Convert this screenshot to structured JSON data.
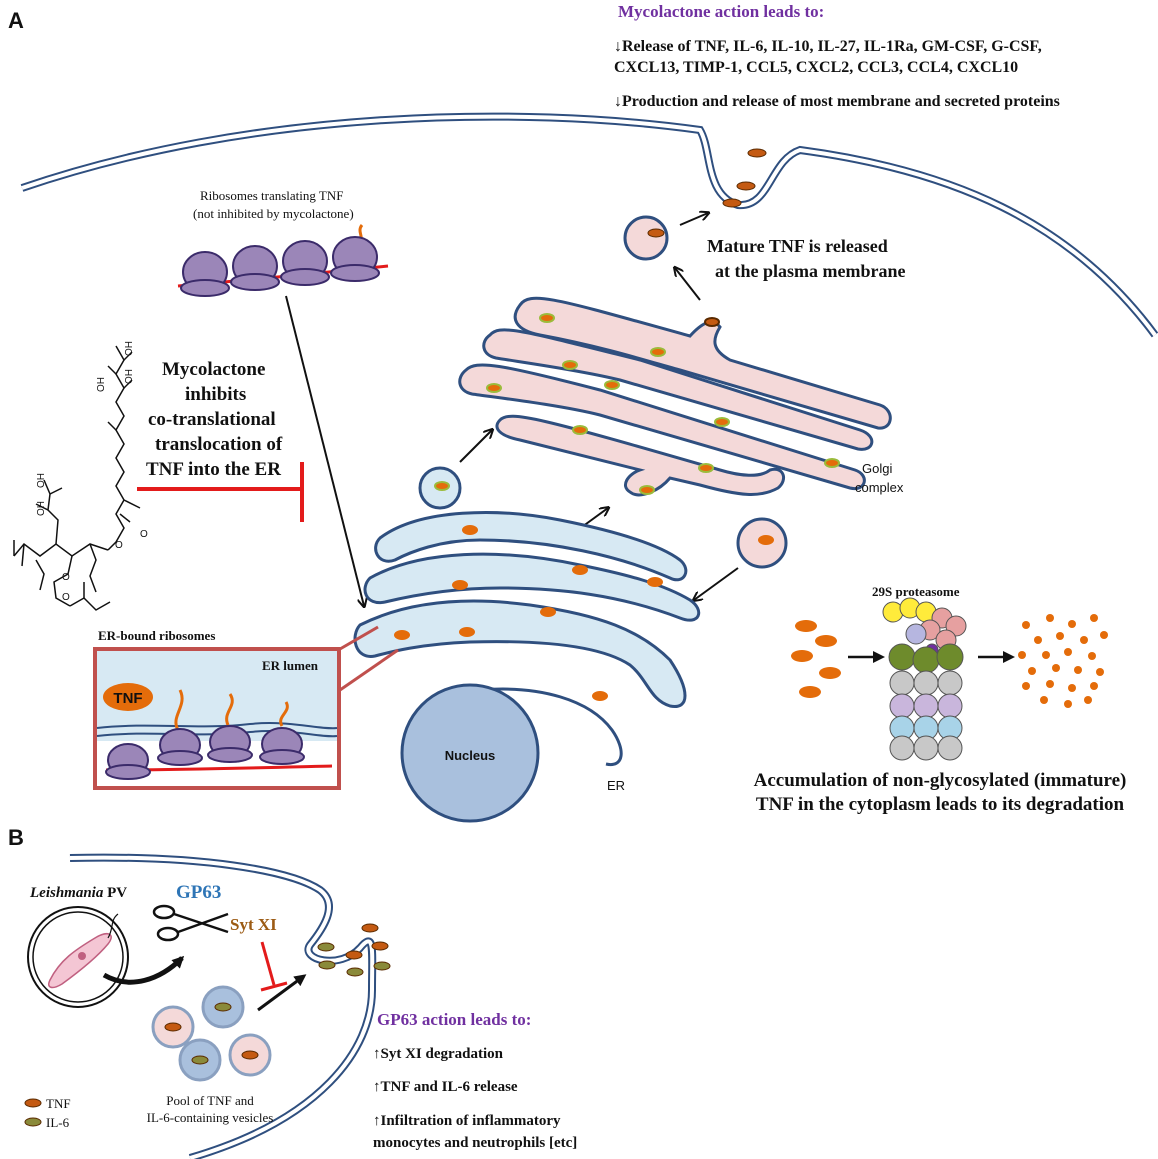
{
  "panels": {
    "a": "A",
    "b": "B"
  },
  "header": {
    "title": "Mycolactone action leads to:",
    "line1": "↓Release of TNF, IL-6, IL-10, IL-27, IL-1Ra, GM-CSF, G-CSF,",
    "line2": "CXCL13, TIMP-1, CCL5, CXCL2, CCL3, CCL4, CXCL10",
    "line3": "↓Production and release of most membrane and secreted proteins"
  },
  "ribosomes": {
    "title1": "Ribosomes translating TNF",
    "title2": "(not inhibited by mycolactone)"
  },
  "inhibit": {
    "l1": "Mycolactone",
    "l2": "inhibits",
    "l3": "co-translational",
    "l4": "translocation of",
    "l5": "TNF into the ER"
  },
  "chem": {
    "oh1": "OH",
    "oh2": "OH",
    "oh3": "OH",
    "oh4": "OH",
    "oh5": "OH",
    "o1": "O",
    "o2": "O",
    "o3": "O",
    "o4": "O"
  },
  "mature": {
    "l1": "Mature TNF is released",
    "l2": "at the plasma membrane"
  },
  "golgi": {
    "l1": "Golgi",
    "l2": "complex"
  },
  "er_bound": "ER-bound ribosomes",
  "er_lumen": "ER lumen",
  "tnf_pill": "TNF",
  "nucleus": "Nucleus",
  "er": "ER",
  "proteasome": "29S proteasome",
  "accum": {
    "l1": "Accumulation of non-glycosylated (immature)",
    "l2": "TNF in the cytoplasm leads to its degradation"
  },
  "panel_b": {
    "leish_italic": "Leishmania",
    "leish_rest": " PV",
    "gp63": "GP63",
    "syt": "Syt XI",
    "pool1": "Pool of TNF and",
    "pool2": "IL-6-containing vesicles",
    "legend_tnf": "TNF",
    "legend_il6": "IL-6",
    "gp_title": "GP63 action leads to:",
    "gp1": "↑Syt XI degradation",
    "gp2": "↑TNF and IL-6 release",
    "gp3a": "↑Infiltration of inflammatory",
    "gp3b": "monocytes and neutrophils [etc]"
  },
  "colors": {
    "membrane": "#2f4f7f",
    "golgi_fill": "#f4d9d9",
    "er_fill": "#d7e9f3",
    "ribosome": "#9b86b8",
    "tnf_orange": "#e46c0a",
    "inhibit_red": "#e31b1b",
    "title_purple": "#7030a0",
    "gp63_blue": "#2e75b6"
  }
}
